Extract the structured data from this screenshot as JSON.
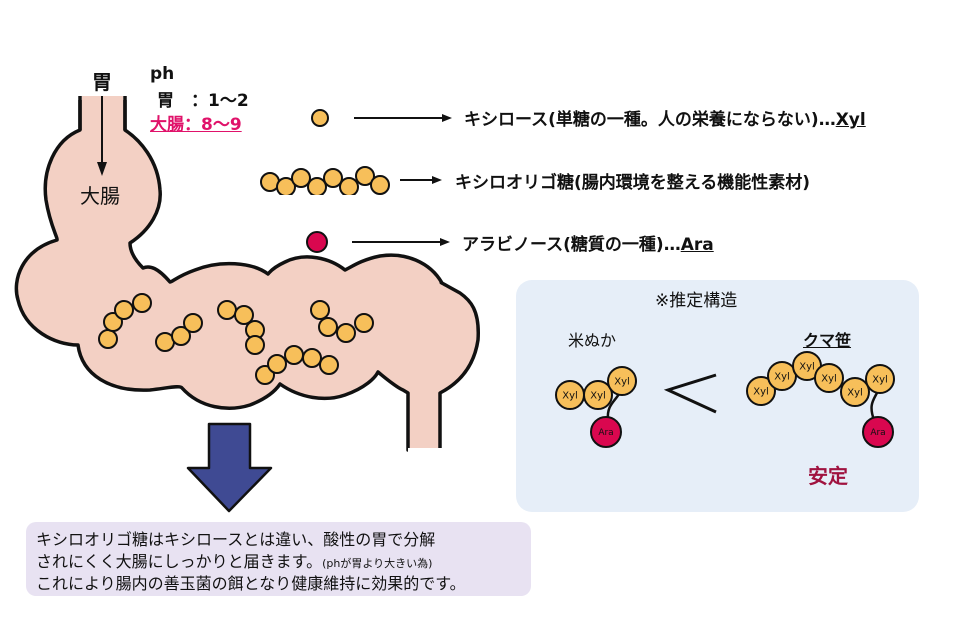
{
  "labels": {
    "stomach": "胃",
    "large_intestine": "大腸"
  },
  "ph_info": {
    "title": "ph",
    "stomach": "胃　：1〜2",
    "large_intestine": "大腸：8〜9"
  },
  "legend": [
    {
      "icon": "xylose-circle-icon",
      "text": "キシロース(単糖の一種。人の栄養にならない)…",
      "abbr": "Xyl"
    },
    {
      "icon": "xylooligosaccharide-chain-icon",
      "text": "キシロオリゴ糖(腸内環境を整える機能性素材)",
      "abbr": ""
    },
    {
      "icon": "arabinose-circle-icon",
      "text": "アラビノース(糖質の一種)…",
      "abbr": "Ara"
    }
  ],
  "structure_panel": {
    "title": "※推定構造",
    "left_label": "米ぬか",
    "right_label": "クマ笹",
    "comparison": "<",
    "stable_label": "安定",
    "xyl_label": "Xyl",
    "ara_label": "Ara"
  },
  "note": {
    "line1": "キシロオリゴ糖はキシロースとは違い、酸性の胃で分解",
    "line2_main": "されにくく大腸にしっかりと届きます。",
    "line2_small": "(phが胃より大きい為)",
    "line3": "これにより腸内の善玉菌の餌となり健康維持に効果的です。"
  },
  "colors": {
    "intestine_fill": "#f3d0c4",
    "xylose": "#f7bf5a",
    "arabinose": "#d9074f",
    "arrow_blue": "#3f4a93",
    "ph_highlight": "#e0126a",
    "stable_text": "#a0123f",
    "panel_bg": "#e6eef8",
    "note_bg": "#e8e2f2"
  }
}
